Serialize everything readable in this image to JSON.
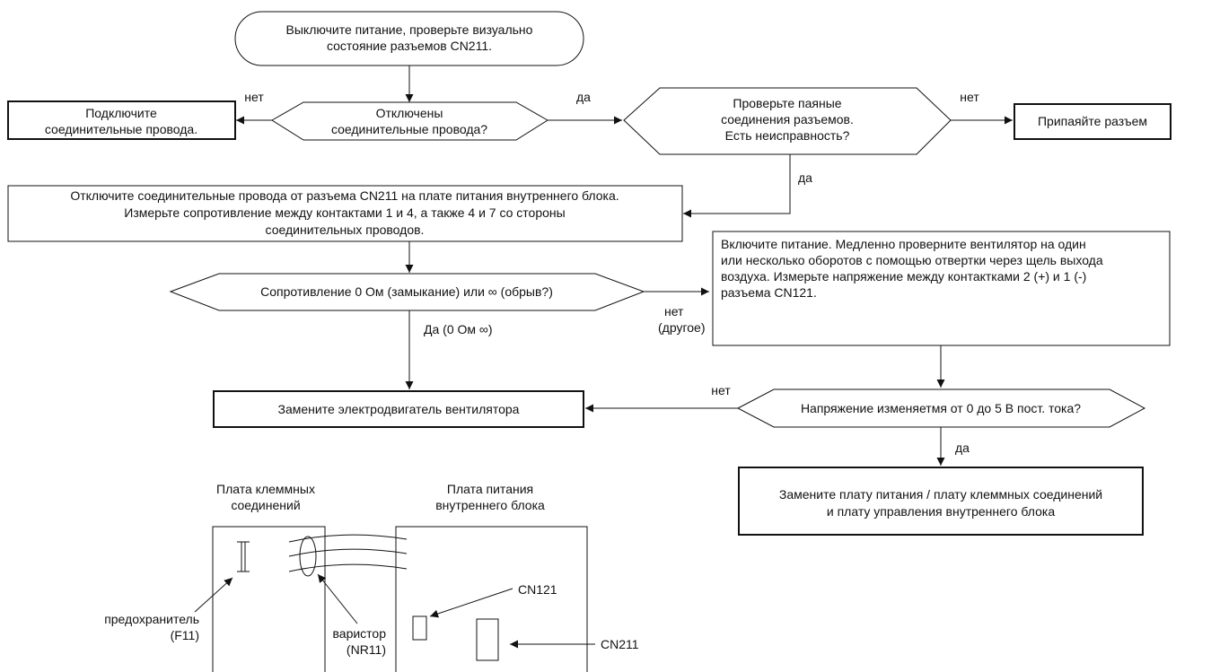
{
  "flowchart": {
    "start": [
      "Выключите питание, проверьте визуально",
      "состояние разъемов CN211."
    ],
    "decision_wires": [
      "Отключены",
      "соединительные провода?"
    ],
    "action_connect": [
      "Подключите",
      "соединительные провода."
    ],
    "decision_solder": [
      "Проверьте паяные",
      "соединения разъемов.",
      "Есть неисправность?"
    ],
    "action_solder": "Припаяйте разъем",
    "action_measure": [
      "Отключите соединительные провода от разъема CN211 на плате питания внутреннего блока.",
      "Измерьте сопротивление между контактами 1 и 4, а также 4 и 7 со стороны",
      "соединительных проводов."
    ],
    "decision_resistance": "Сопротивление 0 Ом (замыкание) или ∞ (обрыв?)",
    "action_voltage": [
      "Включите питание. Медленно проверните вентилятор на один",
      "или несколько оборотов с помощью отвертки через щель выхода",
      "воздуха. Измерьте напряжение между контактками 2 (+) и 1 (-)",
      "разъема CN121."
    ],
    "action_replace_motor": "Замените электродвигатель вентилятора",
    "decision_voltage": "Напряжение изменяетмя от 0 до 5 В пост. тока?",
    "action_replace_boards": [
      "Замените плату питания / плату клеммных соединений",
      "и плату управления внутреннего блока"
    ]
  },
  "labels": {
    "no": "нет",
    "yes": "да",
    "no_other": [
      "нет",
      "(другое)"
    ],
    "yes_ohm": "Да (0 Ом ∞)"
  },
  "board": {
    "terminal_board": [
      "Плата клеммных",
      "соединений"
    ],
    "power_board": [
      "Плата питания",
      "внутреннего блока"
    ],
    "fuse": [
      "предохранитель",
      "(F11)"
    ],
    "varistor": [
      "варистор",
      "(NR11)"
    ],
    "cn121": "CN121",
    "cn211": "CN211"
  }
}
